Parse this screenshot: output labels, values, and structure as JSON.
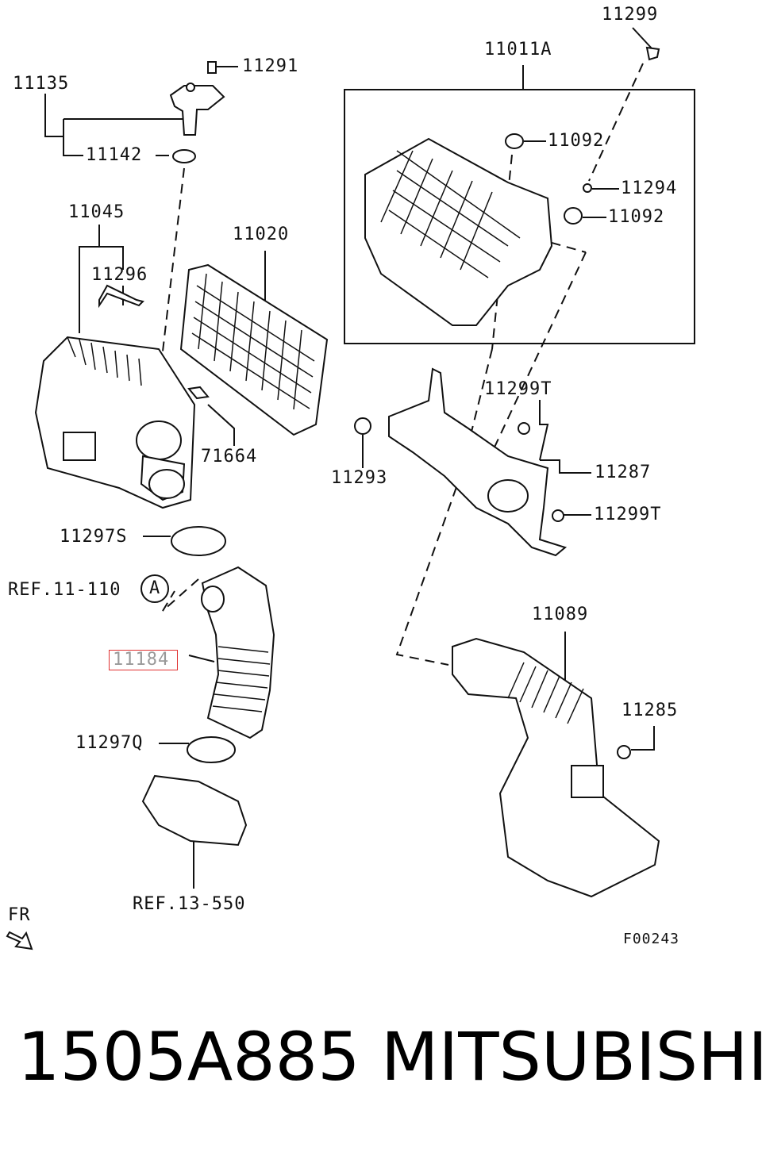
{
  "labels": {
    "p11299": "11299",
    "p11011A": "11011A",
    "p11291": "11291",
    "p11135": "11135",
    "p11142": "11142",
    "p11092a": "11092",
    "p11294": "11294",
    "p11092b": "11092",
    "p11045": "11045",
    "p11020": "11020",
    "p11296": "11296",
    "p71664": "71664",
    "p11299T_top": "11299T",
    "p11293": "11293",
    "p11287": "11287",
    "p11297S": "11297S",
    "p11299T_bot": "11299T",
    "ref11110": "REF.11-110",
    "callout_a": "A",
    "p11184": "11184",
    "p11089": "11089",
    "p11285": "11285",
    "p11297Q": "11297Q",
    "ref13550": "REF.13-550",
    "fr": "FR",
    "figure_code": "F00243"
  },
  "footer": {
    "part_number": "1505A885",
    "brand": "MITSUBISHI"
  }
}
